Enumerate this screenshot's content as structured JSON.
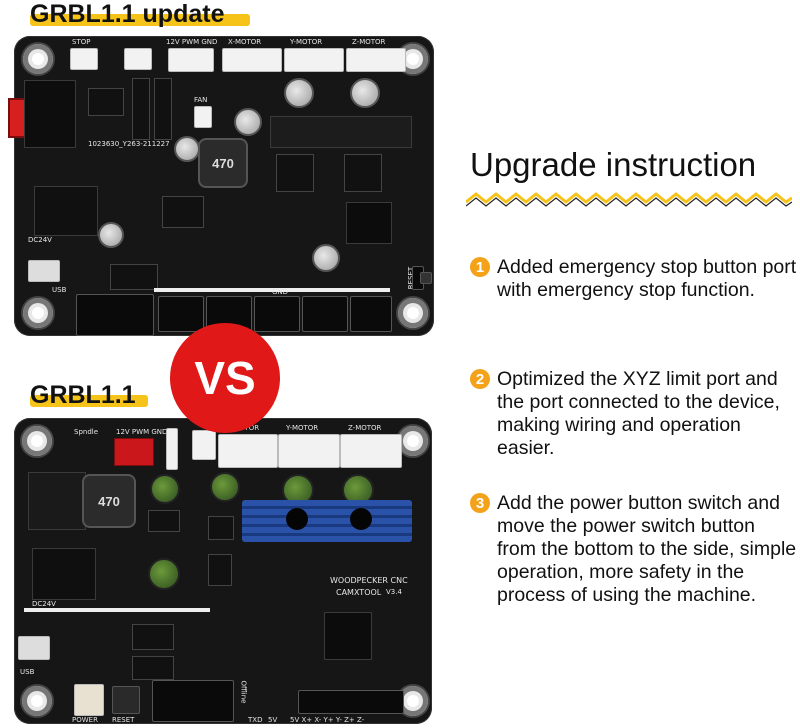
{
  "top_board": {
    "title": "GRBL1.1 update",
    "labels": {
      "stop": "STOP",
      "pwm": "12V PWM GND",
      "x_motor": "X-MOTOR",
      "y_motor": "Y-MOTOR",
      "z_motor": "Z-MOTOR",
      "fan": "FAN",
      "board_id": "1023630_Y263-211227",
      "inductor": "470",
      "dc": "DC24V",
      "usb": "USB",
      "gnd": "GND",
      "reset": "RESET"
    }
  },
  "vs_label": "VS",
  "bottom_board": {
    "title": "GRBL1.1",
    "labels": {
      "spindle": "Spndle",
      "pwm": "12V PWM GND",
      "x_motor": "X-MOTOR",
      "y_motor": "Y-MOTOR",
      "z_motor": "Z-MOTOR",
      "inductor": "470",
      "dc": "DC24V",
      "brand": "WOODPECKER CNC",
      "brand_sub": "CAMXTOOL",
      "version": "V3.4",
      "usb": "USB",
      "power": "POWER",
      "reset": "RESET",
      "offline": "Offline",
      "txd": "TXD",
      "v5": "5V",
      "limits": "5V X+ X- Y+ Y- Z+ Z-"
    }
  },
  "upgrade": {
    "title": "Upgrade instruction",
    "items": [
      {
        "num": "1",
        "text": "Added emergency stop button port with emergency stop function."
      },
      {
        "num": "2",
        "text": "Optimized the XYZ limit port and the port connected to the device, making wiring and operation easier."
      },
      {
        "num": "3",
        "text": "Add the power button switch and move the power switch button from the bottom to the side, simple operation, more safety in the process of using the machine."
      }
    ]
  },
  "colors": {
    "accent_yellow": "#f6c418",
    "badge_orange": "#f4a21a",
    "vs_red": "#e01818",
    "board": "#161616",
    "heatsink_blue": "#2952a8"
  }
}
